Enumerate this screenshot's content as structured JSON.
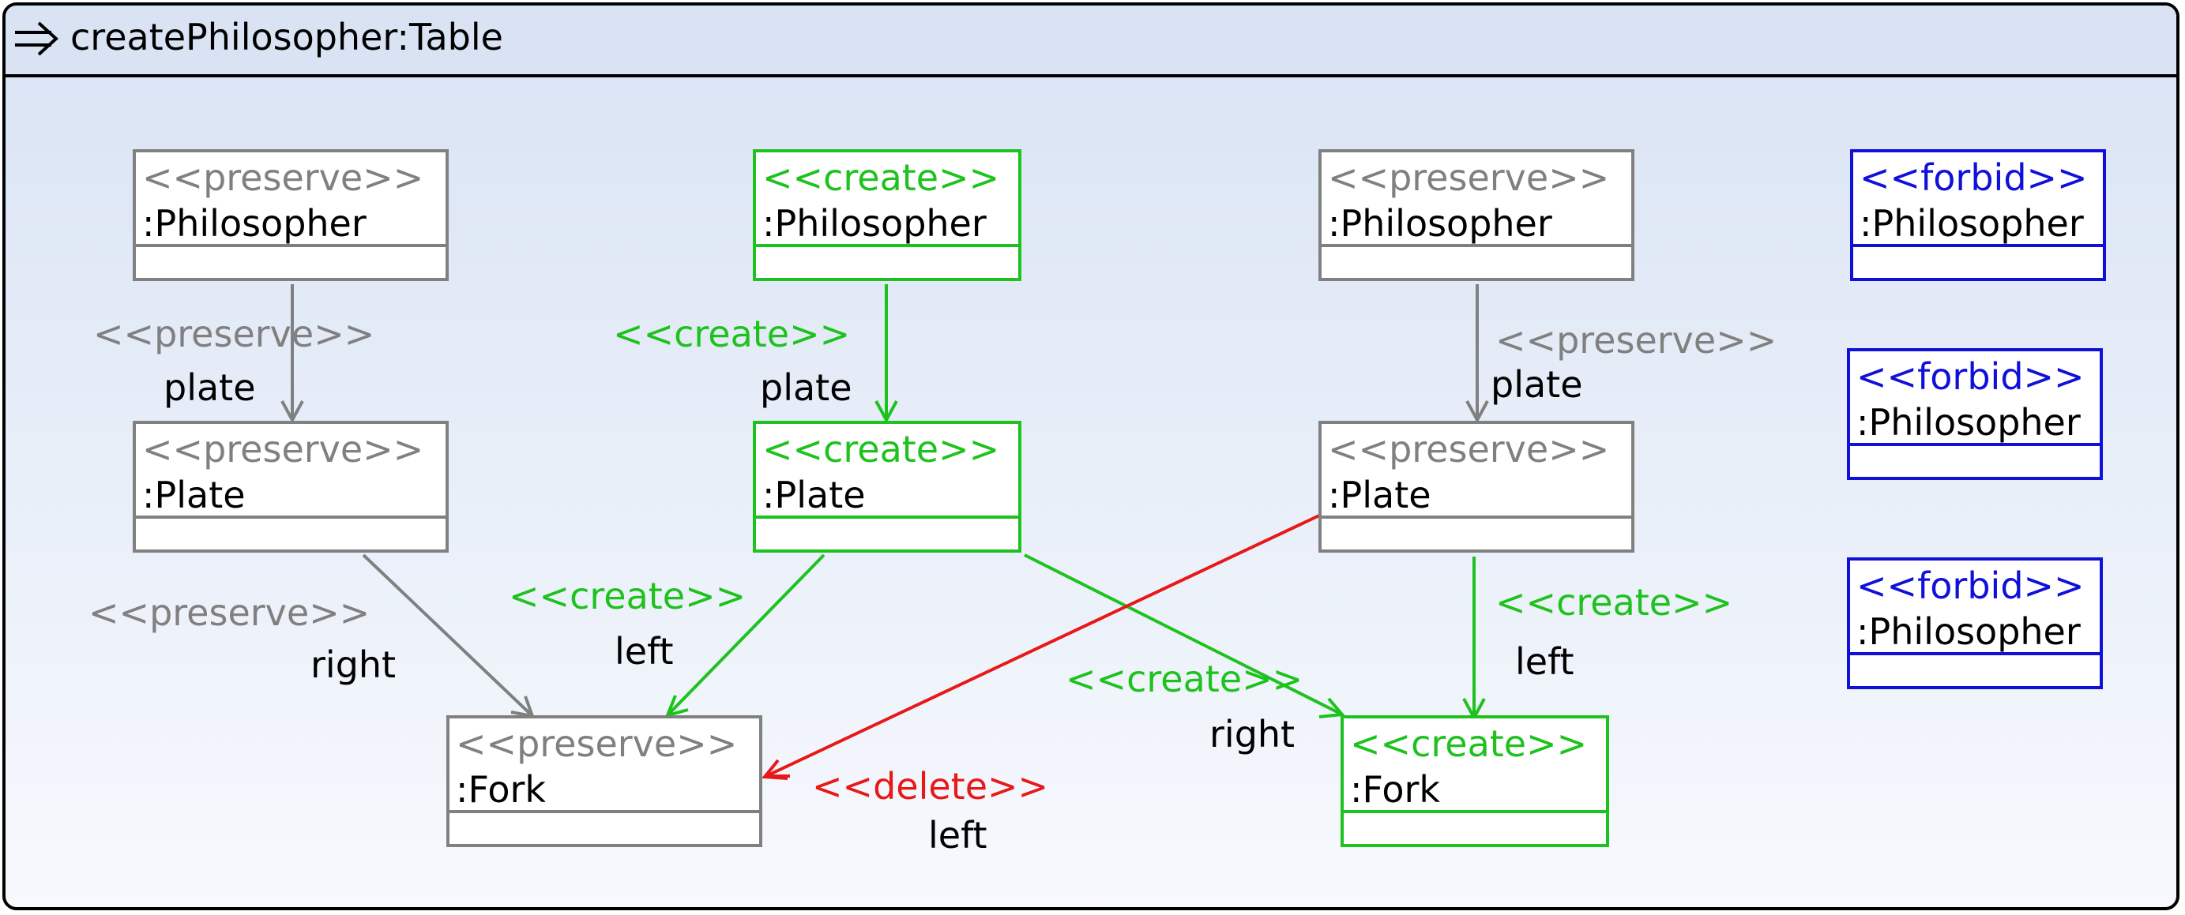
{
  "title": "createPhilosopher:Table",
  "icons": {
    "header": "rule-arrow-icon"
  },
  "colors": {
    "preserve": "#808080",
    "create": "#1ec21e",
    "delete": "#e81818",
    "forbid": "#1010d8",
    "header_bg": "#d9e3f4"
  },
  "nodes": [
    {
      "id": "n1",
      "stereotype": "<<preserve>>",
      "name": ":Philosopher"
    },
    {
      "id": "n2",
      "stereotype": "<<create>>",
      "name": ":Philosopher"
    },
    {
      "id": "n3",
      "stereotype": "<<preserve>>",
      "name": ":Philosopher"
    },
    {
      "id": "n4",
      "stereotype": "<<forbid>>",
      "name": ":Philosopher"
    },
    {
      "id": "n5",
      "stereotype": "<<preserve>>",
      "name": ":Plate"
    },
    {
      "id": "n6",
      "stereotype": "<<create>>",
      "name": ":Plate"
    },
    {
      "id": "n7",
      "stereotype": "<<preserve>>",
      "name": ":Plate"
    },
    {
      "id": "n8",
      "stereotype": "<<forbid>>",
      "name": ":Philosopher"
    },
    {
      "id": "n9",
      "stereotype": "<<forbid>>",
      "name": ":Philosopher"
    },
    {
      "id": "n10",
      "stereotype": "<<preserve>>",
      "name": ":Fork"
    },
    {
      "id": "n11",
      "stereotype": "<<create>>",
      "name": ":Fork"
    }
  ],
  "edges": [
    {
      "from": "n1",
      "to": "n5",
      "stereotype": "<<preserve>>",
      "name": "plate"
    },
    {
      "from": "n2",
      "to": "n6",
      "stereotype": "<<create>>",
      "name": "plate"
    },
    {
      "from": "n3",
      "to": "n7",
      "stereotype": "<<preserve>>",
      "name": "plate"
    },
    {
      "from": "n5",
      "to": "n10",
      "stereotype": "<<preserve>>",
      "name": "right"
    },
    {
      "from": "n6",
      "to": "n10",
      "stereotype": "<<create>>",
      "name": "left"
    },
    {
      "from": "n6",
      "to": "n11",
      "stereotype": "<<create>>",
      "name": "right"
    },
    {
      "from": "n7",
      "to": "n11",
      "stereotype": "<<create>>",
      "name": "left"
    },
    {
      "from": "n7",
      "to": "n10",
      "stereotype": "<<delete>>",
      "name": "left"
    }
  ]
}
